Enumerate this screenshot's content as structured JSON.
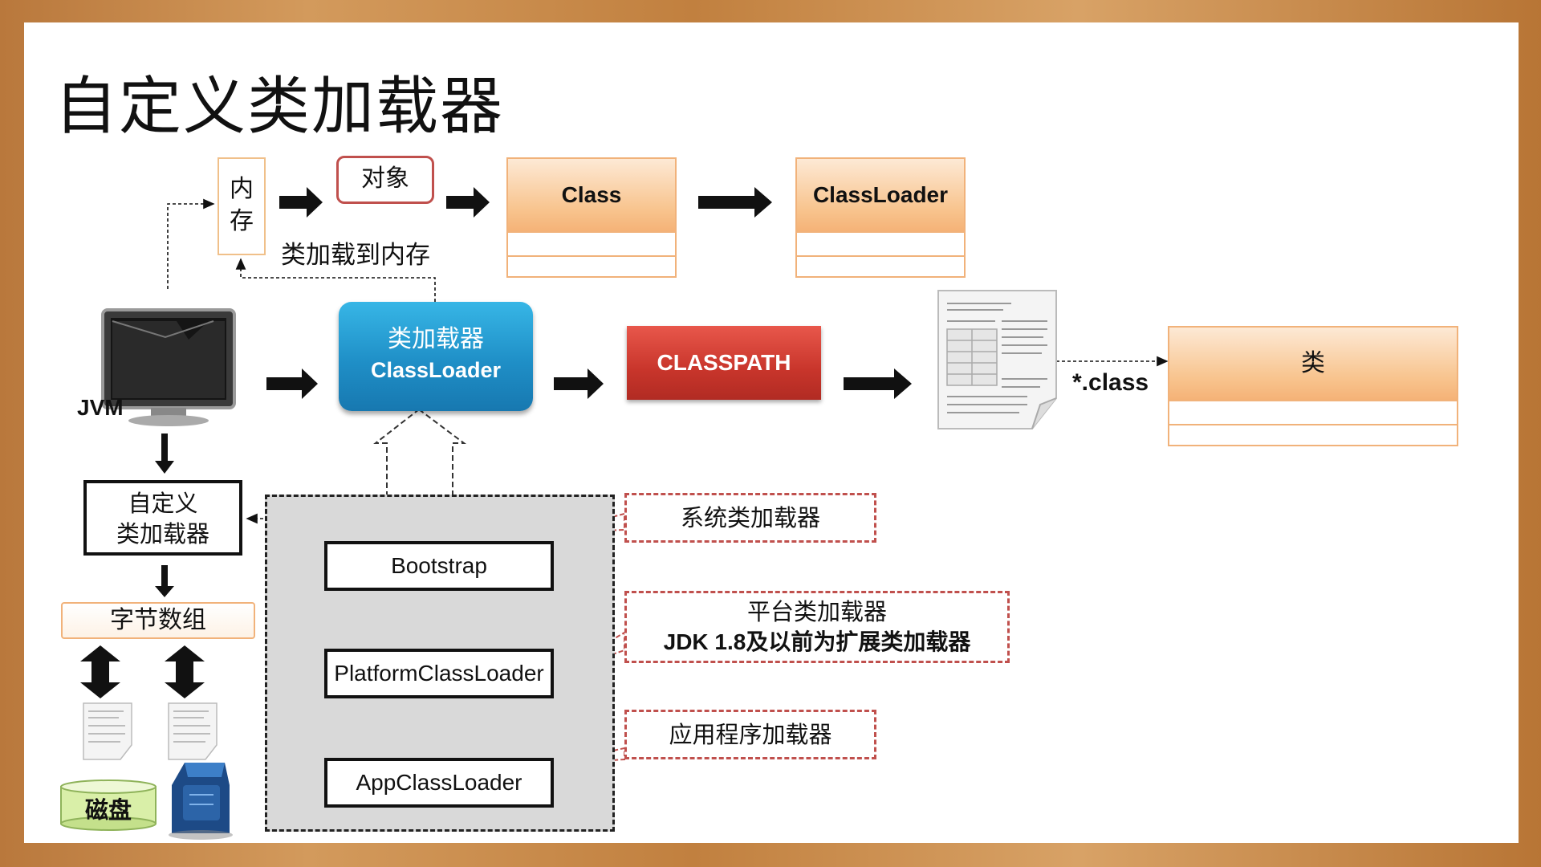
{
  "title": "自定义类加载器",
  "memory": {
    "line1": "内",
    "line2": "存"
  },
  "object_label": "对象",
  "class_box": {
    "label": "Class"
  },
  "classloader_box": {
    "label": "ClassLoader"
  },
  "load_to_memory": "类加载到内存",
  "class_loader_main": {
    "line1": "类加载器",
    "line2": "ClassLoader"
  },
  "classpath": "CLASSPATH",
  "class_file_ext": "*.class",
  "class_target": {
    "label": "类"
  },
  "jvm_label": "JVM",
  "custom_loader": {
    "line1": "自定义",
    "line2": "类加载器"
  },
  "byte_array": "字节数组",
  "disk_label": "磁盘",
  "loaders": {
    "bootstrap": "Bootstrap",
    "platform": "PlatformClassLoader",
    "app": "AppClassLoader"
  },
  "notes": {
    "system": "系统类加载器",
    "platform_line1": "平台类加载器",
    "platform_line2": "JDK 1.8及以前为扩展类加载器",
    "app": "应用程序加载器"
  },
  "colors": {
    "accent_blue": "#1f8fc7",
    "classpath_red": "#c8352b",
    "uml_orange": "#f8c48e",
    "note_border": "#c0504d"
  }
}
